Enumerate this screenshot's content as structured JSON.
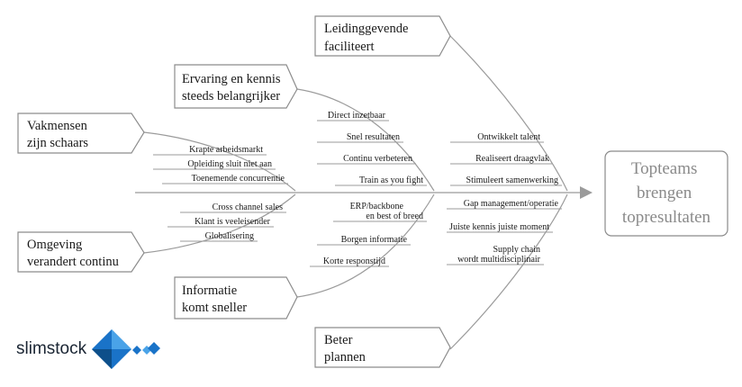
{
  "diagram": {
    "result": {
      "lines": [
        "Topteams",
        "brengen",
        "topresultaten"
      ]
    },
    "categories": {
      "leidinggevende": {
        "lines": [
          "Leidinggevende",
          "faciliteert"
        ]
      },
      "ervaring": {
        "lines": [
          "Ervaring en kennis",
          "steeds belangrijker"
        ]
      },
      "vakmensen": {
        "lines": [
          "Vakmensen",
          "zijn schaars"
        ]
      },
      "omgeving": {
        "lines": [
          "Omgeving",
          "verandert continu"
        ]
      },
      "informatie": {
        "lines": [
          "Informatie",
          "komt sneller"
        ]
      },
      "beter": {
        "lines": [
          "Beter",
          "plannen"
        ]
      }
    },
    "causes": {
      "vakmensen": [
        "Krapte arbeidsmarkt",
        "Opleiding sluit niet aan",
        "Toenemende concurrentie"
      ],
      "omgeving": [
        "Cross channel sales",
        "Klant is veeleisender",
        "Globalisering"
      ],
      "ervaring": [
        "Direct inzetbaar",
        "Snel resultaten",
        "Continu verbeteren",
        "Train as you fight"
      ],
      "informatie": [
        "ERP/backbone",
        "en best of breed",
        "Borgen informatie",
        "Korte responstijd"
      ],
      "leidinggevende": [
        "Ontwikkelt talent",
        "Realiseert draagvlak",
        "Stimuleert samenwerking"
      ],
      "beter": [
        "Gap management/operatie",
        "Juiste kennis juiste moment",
        "Supply chain",
        "wordt multidisciplinair"
      ]
    }
  },
  "logo": {
    "text": "slimstock"
  },
  "colors": {
    "line": "#9b9b9b",
    "box": "#8c8c8c",
    "logo_dark": "#0d4f8a",
    "logo_mid": "#1a73c8",
    "logo_light": "#4aa3e8"
  }
}
